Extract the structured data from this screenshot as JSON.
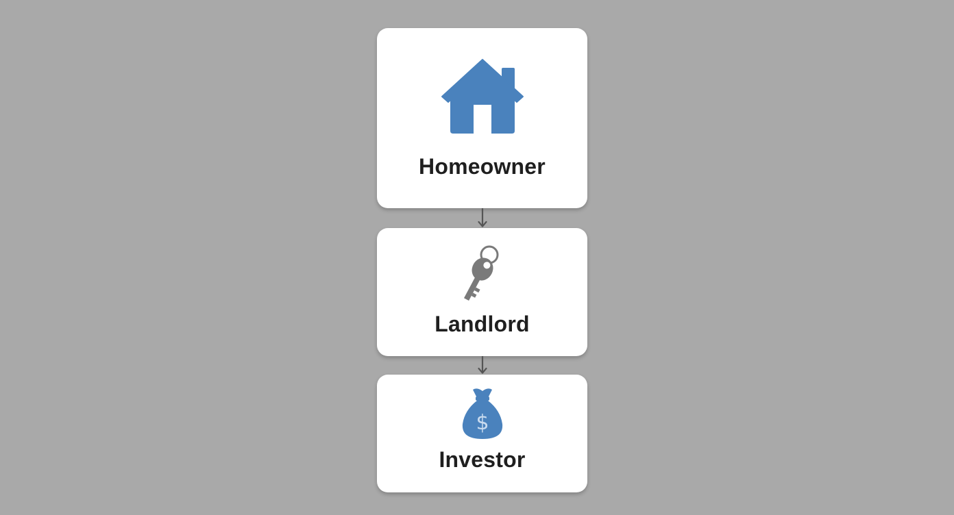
{
  "diagram": {
    "colors": {
      "background": "#a9a9a9",
      "card": "#ffffff",
      "accent_blue": "#4a82bd",
      "key_gray": "#7a7a7a",
      "arrow": "#555555",
      "text": "#1f1f1f"
    },
    "nodes": [
      {
        "label": "Homeowner",
        "icon": "house-icon"
      },
      {
        "label": "Landlord",
        "icon": "key-icon"
      },
      {
        "label": "Investor",
        "icon": "money-bag-icon"
      }
    ],
    "edges": [
      {
        "from": "Homeowner",
        "to": "Landlord"
      },
      {
        "from": "Landlord",
        "to": "Investor"
      }
    ]
  }
}
